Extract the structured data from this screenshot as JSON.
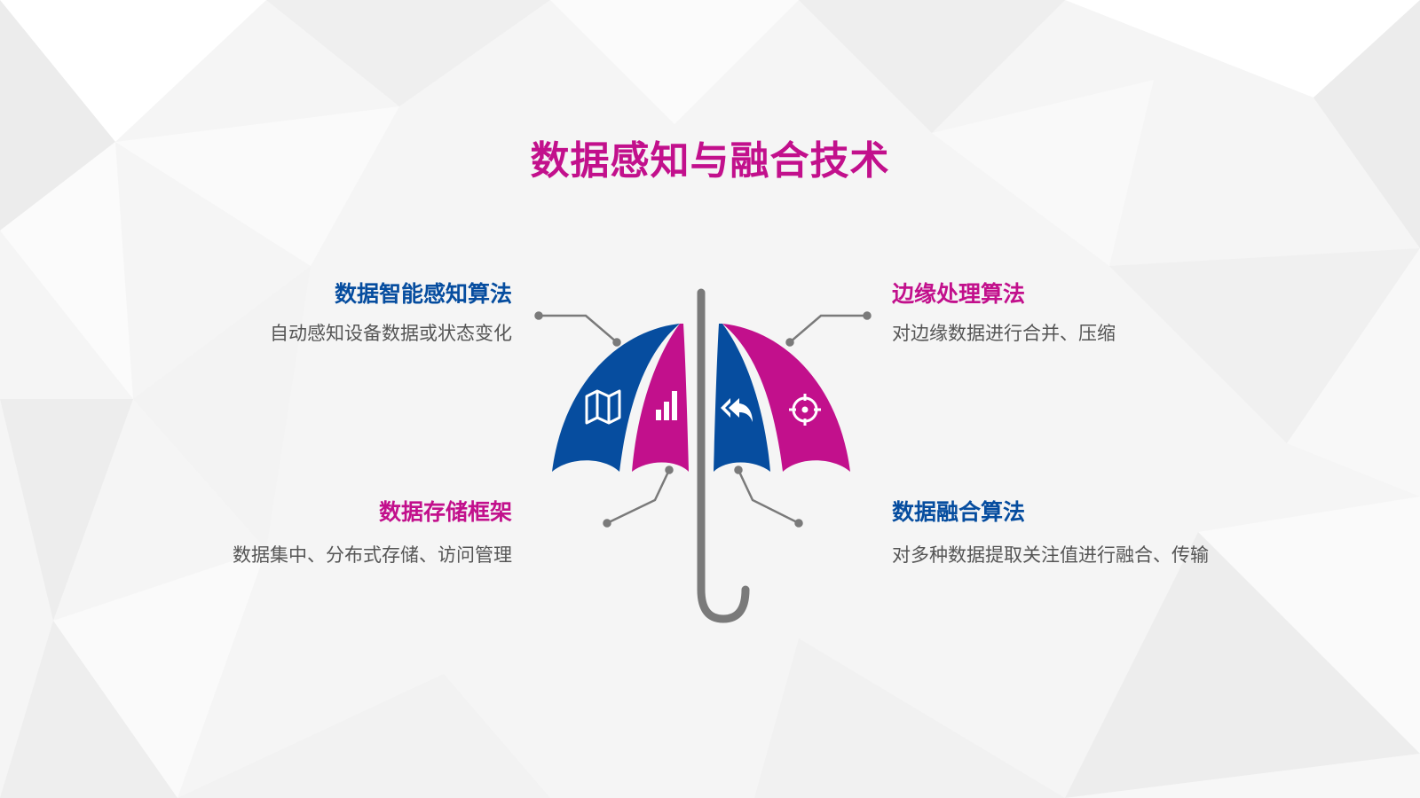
{
  "title": "数据感知与融合技术",
  "colors": {
    "blue": "#064d9f",
    "magenta": "#c2108c",
    "gray": "#7a7a7a",
    "text": "#555555"
  },
  "items": {
    "top_left": {
      "heading": "数据智能感知算法",
      "description": "自动感知设备数据或状态变化",
      "color": "#064d9f",
      "icon": "map-icon"
    },
    "top_right": {
      "heading": "边缘处理算法",
      "description": "对边缘数据进行合并、压缩",
      "color": "#c2108c",
      "icon": "target-icon"
    },
    "bottom_left": {
      "heading": "数据存储框架",
      "description": "数据集中、分布式存储、访问管理",
      "color": "#c2108c",
      "icon": "bar-chart-icon"
    },
    "bottom_right": {
      "heading": "数据融合算法",
      "description": "对多种数据提取关注值进行融合、传输",
      "color": "#064d9f",
      "icon": "reply-all-icon"
    }
  }
}
